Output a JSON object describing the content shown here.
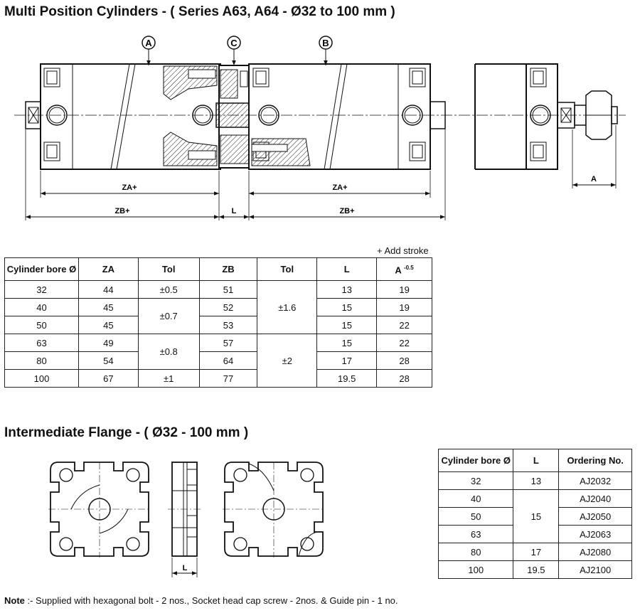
{
  "title": "Multi Position Cylinders  -  ( Series A63, A64  -  Ø32 to 100 mm )",
  "drawing": {
    "callouts": [
      "A",
      "C",
      "B"
    ],
    "dims": {
      "za": "ZA+",
      "zb": "ZB+",
      "l": "L",
      "a": "A"
    }
  },
  "add_stroke": "+ Add stroke",
  "table1": {
    "headers": {
      "bore": "Cylinder bore Ø",
      "za": "ZA",
      "tol1": "Tol",
      "zb": "ZB",
      "tol2": "Tol",
      "l": "L",
      "a": "A",
      "a_sup": "-0.5"
    },
    "rows": [
      {
        "bore": "32",
        "za": "44",
        "tol1": "±0.5",
        "zb": "51",
        "l": "13",
        "a": "19"
      },
      {
        "bore": "40",
        "za": "45",
        "tol1": "±0.7",
        "zb": "52",
        "l": "15",
        "a": "19"
      },
      {
        "bore": "50",
        "za": "45",
        "zb": "53",
        "l": "15",
        "a": "22"
      },
      {
        "bore": "63",
        "za": "49",
        "tol1": "±0.8",
        "zb": "57",
        "l": "15",
        "a": "22"
      },
      {
        "bore": "80",
        "za": "54",
        "zb": "64",
        "l": "17",
        "a": "28"
      },
      {
        "bore": "100",
        "za": "67",
        "tol1": "±1",
        "zb": "77",
        "l": "19.5",
        "a": "28"
      }
    ],
    "tol2_groups": [
      "±1.6",
      "±2"
    ]
  },
  "title2": "Intermediate Flange  -  ( Ø32 - 100 mm )",
  "flange_dim": "L",
  "table2": {
    "headers": {
      "bore": "Cylinder bore Ø",
      "l": "L",
      "order": "Ordering No."
    },
    "rows": [
      {
        "bore": "32",
        "l": "13",
        "order": "AJ2032"
      },
      {
        "bore": "40",
        "order": "AJ2040"
      },
      {
        "bore": "50",
        "l": "15",
        "order": "AJ2050"
      },
      {
        "bore": "63",
        "order": "AJ2063"
      },
      {
        "bore": "80",
        "l": "17",
        "order": "AJ2080"
      },
      {
        "bore": "100",
        "l": "19.5",
        "order": "AJ2100"
      }
    ]
  },
  "note": {
    "label": "Note",
    "text": " :- Supplied with hexagonal bolt - 2 nos., Socket head cap screw - 2nos. & Guide pin - 1 no."
  }
}
